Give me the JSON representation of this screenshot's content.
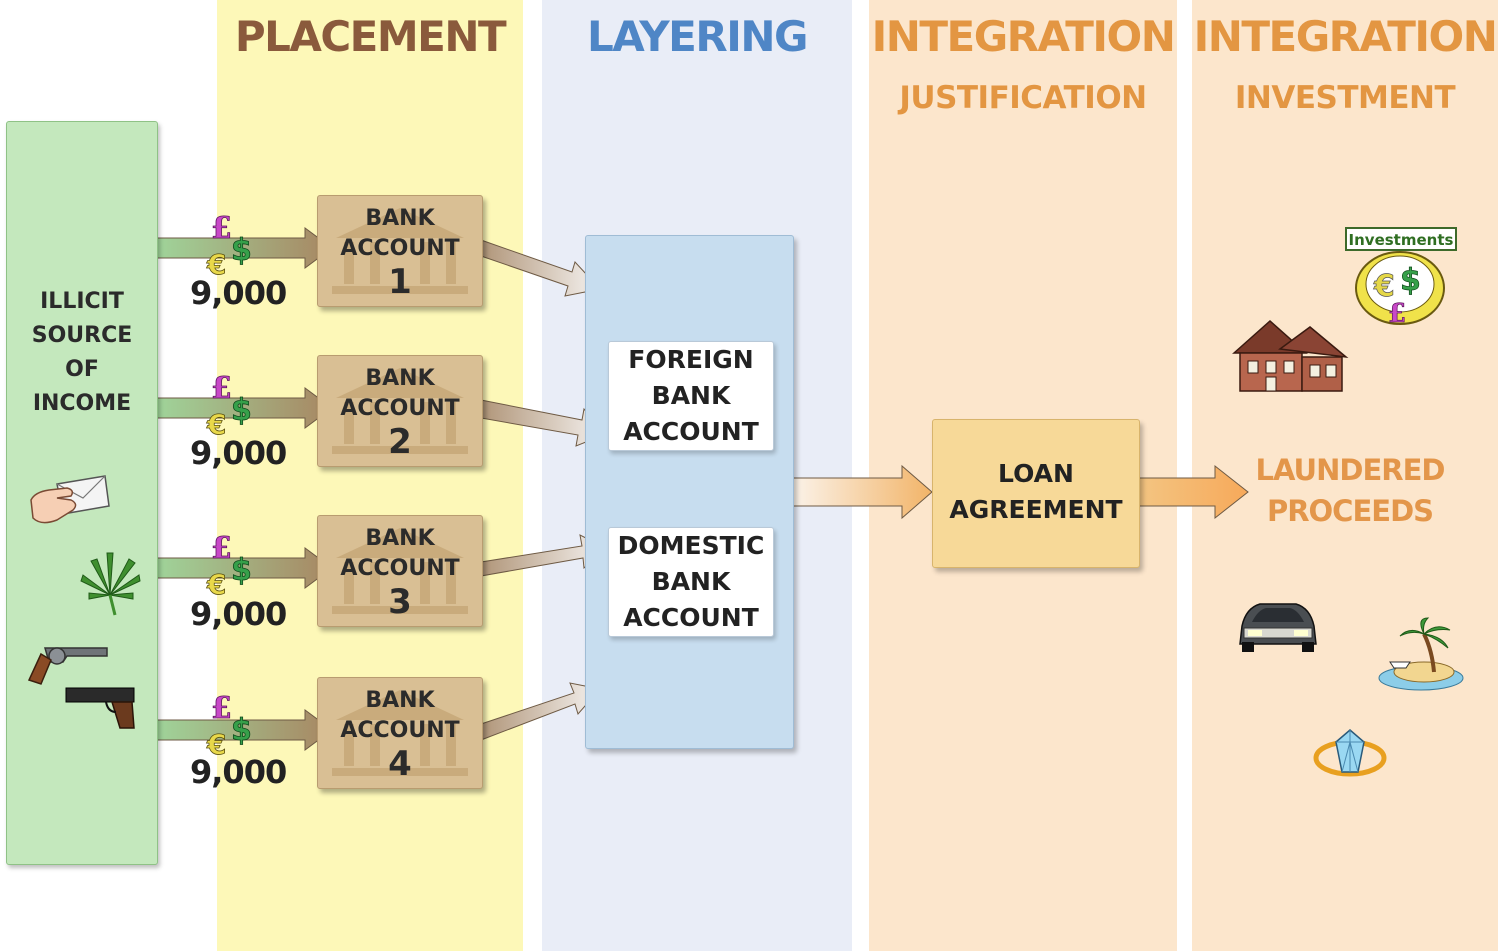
{
  "phases": {
    "placement": "PLACEMENT",
    "layering": "LAYERING",
    "integration_1": "INTEGRATION",
    "integration_1_sub": "JUSTIFICATION",
    "integration_2": "INTEGRATION",
    "integration_2_sub": "INVESTMENT"
  },
  "source": {
    "lines": [
      "ILLICIT",
      "SOURCE",
      "OF",
      "INCOME"
    ]
  },
  "deposits": [
    {
      "amount": "9,000",
      "label_1": "BANK",
      "label_2": "ACCOUNT",
      "number": "1"
    },
    {
      "amount": "9,000",
      "label_1": "BANK",
      "label_2": "ACCOUNT",
      "number": "2"
    },
    {
      "amount": "9,000",
      "label_1": "BANK",
      "label_2": "ACCOUNT",
      "number": "3"
    },
    {
      "amount": "9,000",
      "label_1": "BANK",
      "label_2": "ACCOUNT",
      "number": "4"
    }
  ],
  "layering": {
    "foreign": [
      "FOREIGN",
      "BANK",
      "ACCOUNT"
    ],
    "domestic": [
      "DOMESTIC",
      "BANK",
      "ACCOUNT"
    ]
  },
  "loan": [
    "LOAN",
    "AGREEMENT"
  ],
  "laundered": [
    "LAUNDERED",
    "PROCEEDS"
  ],
  "investment_sign": "Investments",
  "colors": {
    "placement_band": "#fdf8b8",
    "layering_band": "#e9edf7",
    "integration_band": "#fce6cc",
    "placement_title": "#8a5a3c",
    "layering_title": "#4f86c6",
    "integration_title": "#e39642",
    "source_box": "#c4e8bd",
    "bank_box": "#d9bf94",
    "layer_box": "#c7ddef",
    "loan_box": "#f7d998"
  }
}
